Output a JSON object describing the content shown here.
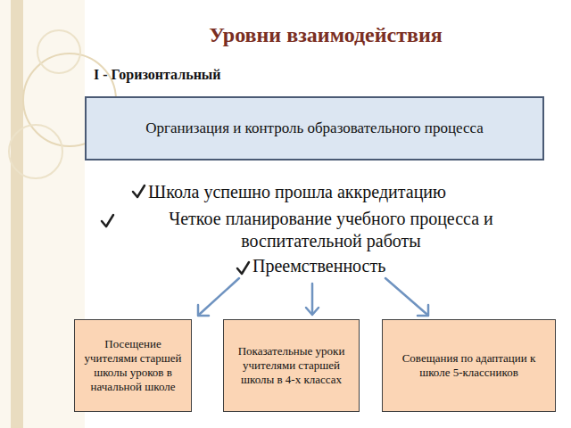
{
  "diagram": {
    "title": "Уровни взаимодействия",
    "nodes": [
      {
        "text": [
          "Организация и контроль образовательного процесса"
        ]
      },
      {
        "text": [
          "Посещение учителями старшей школы уроков в начальной школе"
        ]
      },
      {
        "text": [
          "Показательные уроки учителями старшей школы в 4-х классах"
        ]
      },
      {
        "text": [
          "Совещания по адаптации к школе 5-классников"
        ]
      }
    ],
    "labels": [
      "I - Горизонтальный",
      "Школа успешно прошла аккредитацию",
      "Четкое планирование учебного процесса и воспитательной работы",
      "Преемственность"
    ]
  }
}
